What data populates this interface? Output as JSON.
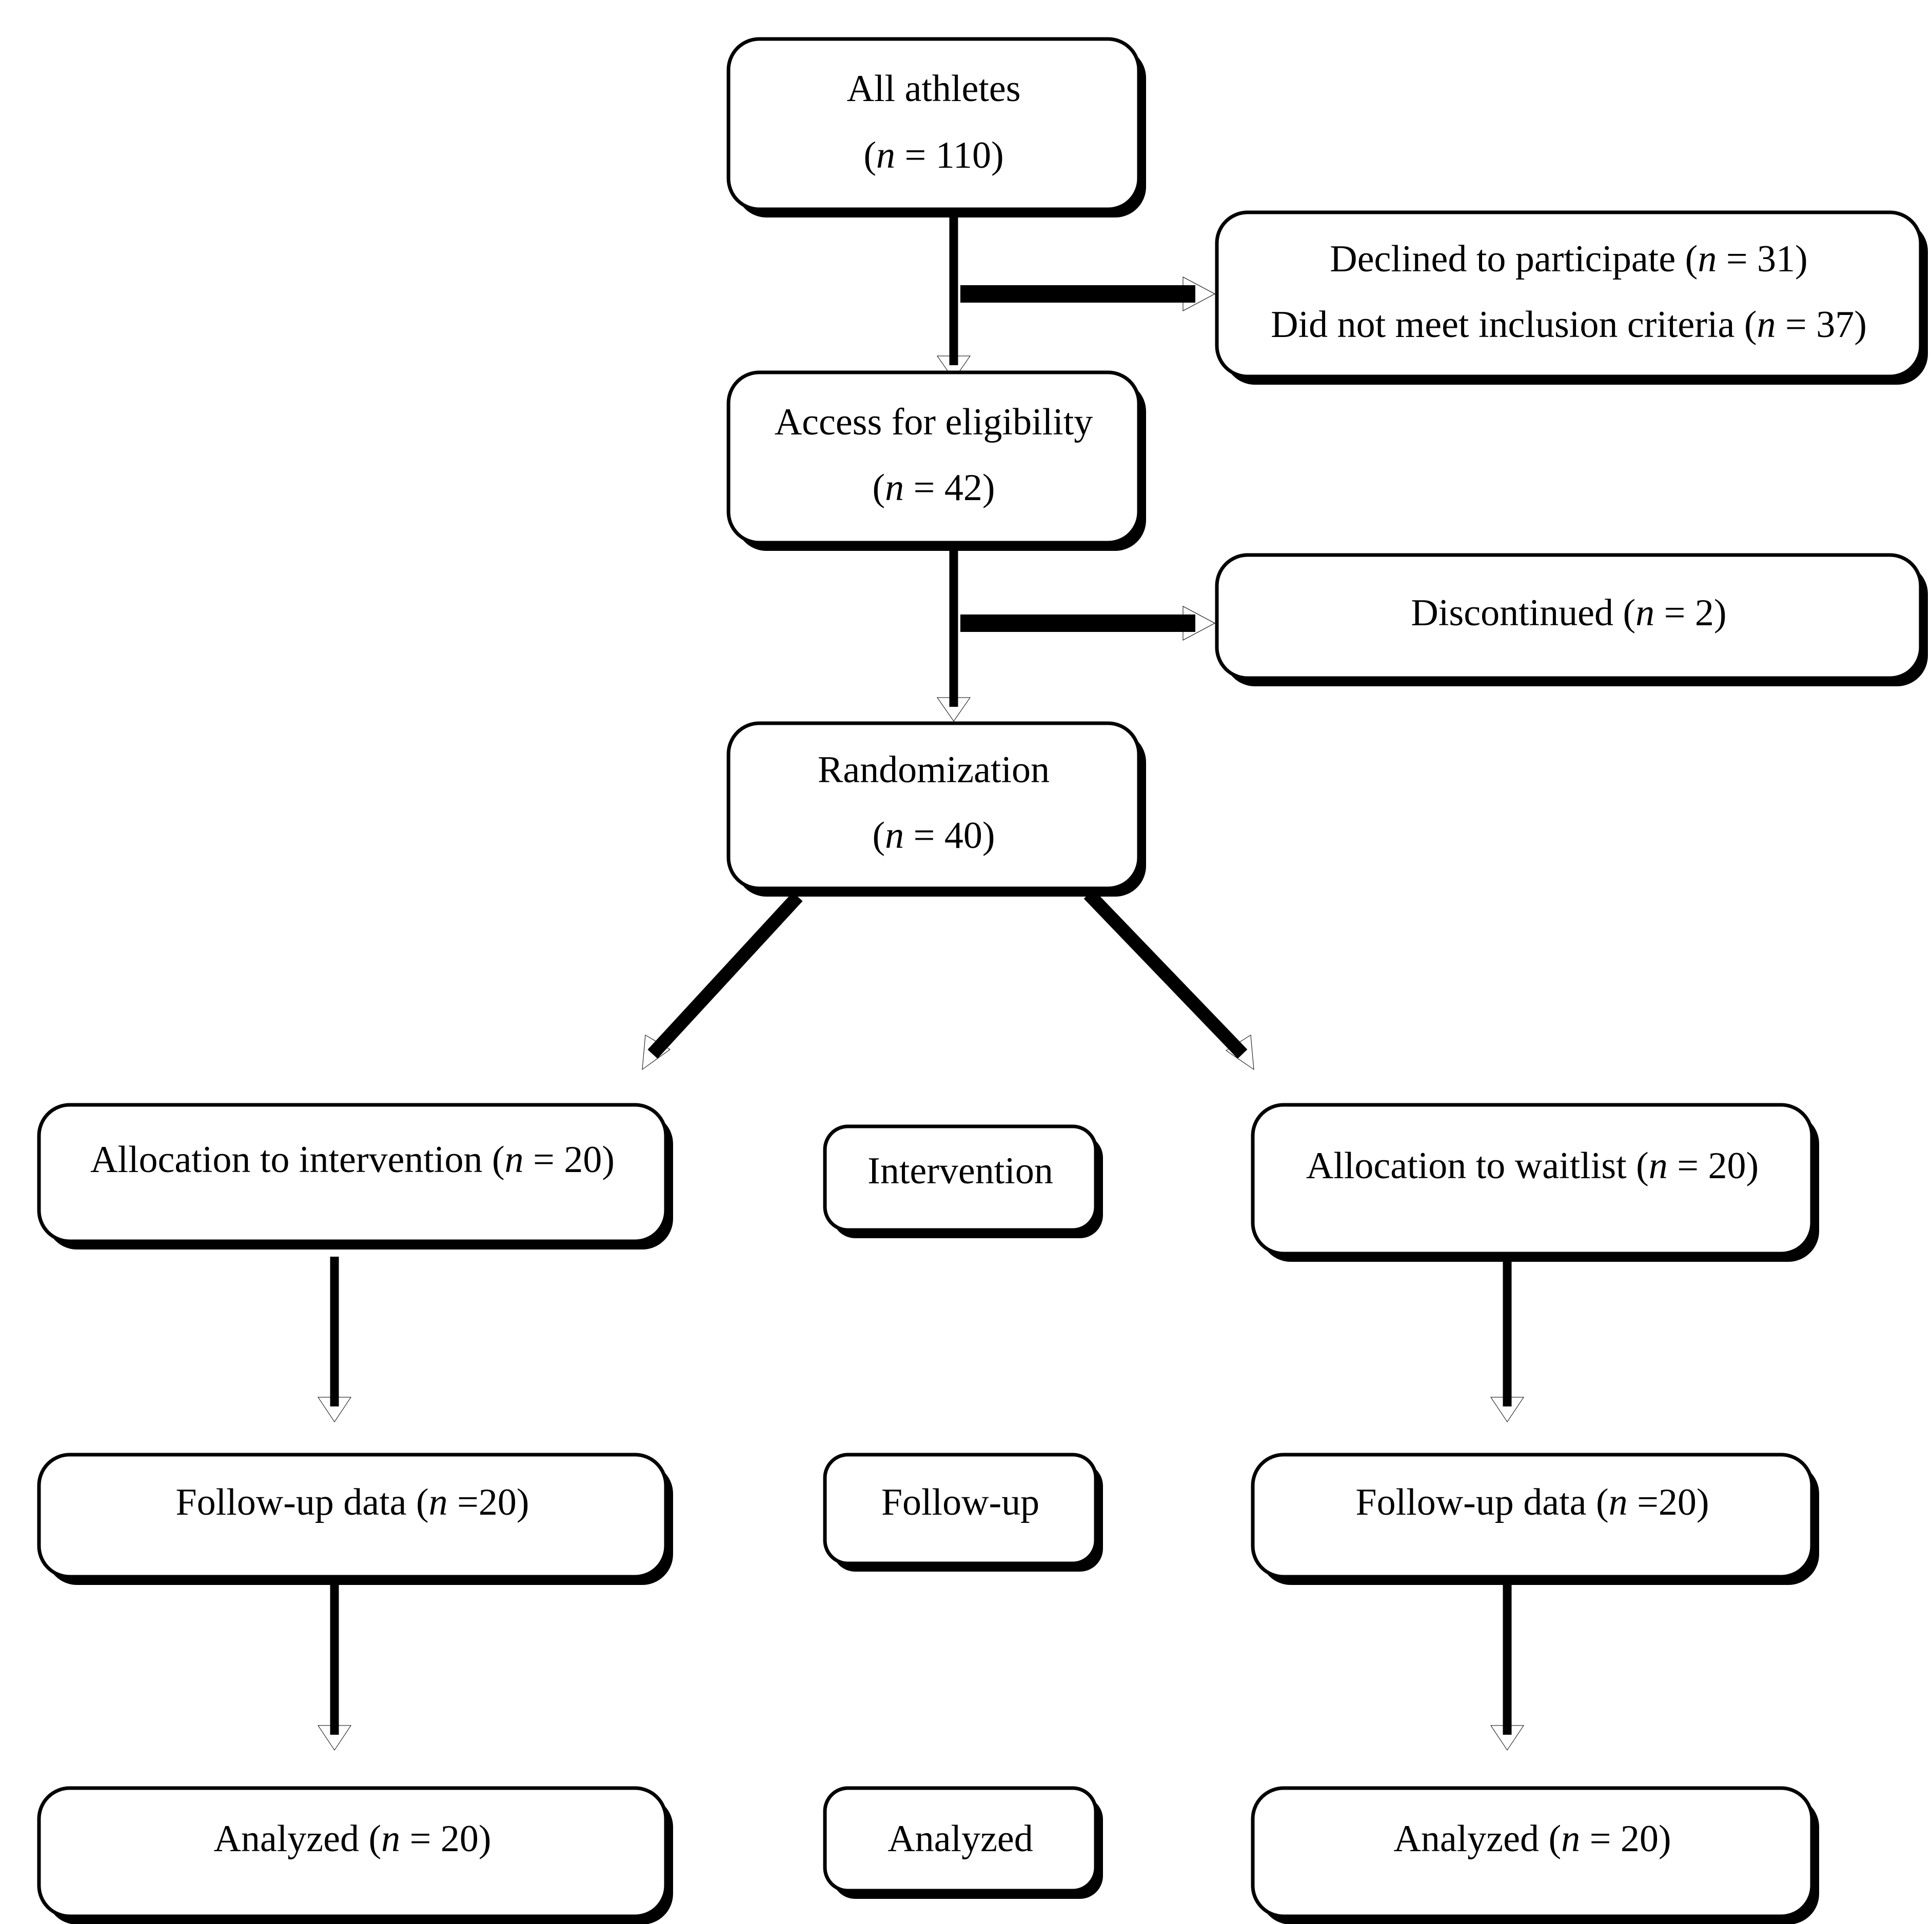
{
  "diagram": {
    "type": "consort-flow-diagram",
    "title": "CONSORT participant flow diagram",
    "font_size": 74,
    "colors": {
      "stroke": "#000000",
      "fill": "#ffffff",
      "text": "#000000",
      "background": "#ffffff"
    },
    "nodes": [
      {
        "id": "all-athletes",
        "name": "all-athletes-box",
        "lines": [
          {
            "pre": "All athletes",
            "ital": "",
            "post": ""
          },
          {
            "pre": "(",
            "ital": "n",
            "post": " = 110)"
          }
        ],
        "plain_text": "All athletes (n = 110)"
      },
      {
        "id": "excluded",
        "name": "excluded-box",
        "lines": [
          {
            "pre": "Declined to participate (",
            "ital": "n",
            "post": " = 31)"
          },
          {
            "pre": "Did not meet inclusion criteria (",
            "ital": "n",
            "post": " = 37)"
          }
        ],
        "plain_text": "Declined to participate (n = 31) / Did not meet inclusion criteria (n = 37)"
      },
      {
        "id": "eligibility",
        "name": "access-for-eligibility-box",
        "lines": [
          {
            "pre": "Access for eligibility",
            "ital": "",
            "post": ""
          },
          {
            "pre": "(",
            "ital": "n",
            "post": " = 42)"
          }
        ],
        "plain_text": "Access for eligibility (n = 42)"
      },
      {
        "id": "discontinued",
        "name": "discontinued-box",
        "lines": [
          {
            "pre": "Discontinued (",
            "ital": "n",
            "post": " = 2)"
          }
        ],
        "plain_text": "Discontinued (n = 2)"
      },
      {
        "id": "randomization",
        "name": "randomization-box",
        "lines": [
          {
            "pre": "Randomization",
            "ital": "",
            "post": ""
          },
          {
            "pre": "(",
            "ital": "n",
            "post": " = 40)"
          }
        ],
        "plain_text": "Randomization (n = 40)"
      },
      {
        "id": "alloc-intervention",
        "name": "allocation-to-intervention-box",
        "lines": [
          {
            "pre": "Allocation to intervention (",
            "ital": "n",
            "post": " = 20)"
          }
        ],
        "plain_text": "Allocation to intervention (n = 20)"
      },
      {
        "id": "stage-intervention",
        "name": "stage-intervention-box",
        "lines": [
          {
            "pre": "Intervention",
            "ital": "",
            "post": ""
          }
        ],
        "plain_text": "Intervention"
      },
      {
        "id": "alloc-waitlist",
        "name": "allocation-to-waitlist-box",
        "lines": [
          {
            "pre": "Allocation to waitlist (",
            "ital": "n",
            "post": " = 20)"
          }
        ],
        "plain_text": "Allocation to waitlist (n = 20)"
      },
      {
        "id": "followup-left",
        "name": "follow-up-data-intervention-box",
        "lines": [
          {
            "pre": "Follow-up data (",
            "ital": "n",
            "post": " =20)"
          }
        ],
        "plain_text": "Follow-up data (n =20)"
      },
      {
        "id": "stage-followup",
        "name": "stage-follow-up-box",
        "lines": [
          {
            "pre": "Follow-up",
            "ital": "",
            "post": ""
          }
        ],
        "plain_text": "Follow-up"
      },
      {
        "id": "followup-right",
        "name": "follow-up-data-waitlist-box",
        "lines": [
          {
            "pre": "Follow-up data (",
            "ital": "n",
            "post": " =20)"
          }
        ],
        "plain_text": "Follow-up data (n =20)"
      },
      {
        "id": "analyzed-left",
        "name": "analyzed-intervention-box",
        "lines": [
          {
            "pre": "Analyzed (",
            "ital": "n",
            "post": " = 20)"
          }
        ],
        "plain_text": "Analyzed (n = 20)"
      },
      {
        "id": "stage-analyzed",
        "name": "stage-analyzed-box",
        "lines": [
          {
            "pre": "Analyzed",
            "ital": "",
            "post": ""
          }
        ],
        "plain_text": "Analyzed"
      },
      {
        "id": "analyzed-right",
        "name": "analyzed-waitlist-box",
        "lines": [
          {
            "pre": "Analyzed (",
            "ital": "n",
            "post": " = 20)"
          }
        ],
        "plain_text": "Analyzed (n = 20)"
      }
    ],
    "edges": [
      {
        "id": "e1",
        "name": "edge-all-athletes-to-eligibility",
        "from": "all-athletes",
        "to": "eligibility",
        "style": "vertical-arrow"
      },
      {
        "id": "e2",
        "name": "edge-to-excluded",
        "from": "all-athletes",
        "to": "excluded",
        "style": "horizontal-arrow"
      },
      {
        "id": "e3",
        "name": "edge-eligibility-to-randomization",
        "from": "eligibility",
        "to": "randomization",
        "style": "vertical-arrow"
      },
      {
        "id": "e4",
        "name": "edge-to-discontinued",
        "from": "eligibility",
        "to": "discontinued",
        "style": "horizontal-arrow"
      },
      {
        "id": "e5",
        "name": "edge-randomization-to-intervention",
        "from": "randomization",
        "to": "alloc-intervention",
        "style": "diagonal-arrow-left"
      },
      {
        "id": "e6",
        "name": "edge-randomization-to-waitlist",
        "from": "randomization",
        "to": "alloc-waitlist",
        "style": "diagonal-arrow-right"
      },
      {
        "id": "e7",
        "name": "edge-intervention-to-followup",
        "from": "alloc-intervention",
        "to": "followup-left",
        "style": "vertical-arrow"
      },
      {
        "id": "e8",
        "name": "edge-waitlist-to-followup",
        "from": "alloc-waitlist",
        "to": "followup-right",
        "style": "vertical-arrow"
      },
      {
        "id": "e9",
        "name": "edge-followup-to-analyzed-left",
        "from": "followup-left",
        "to": "analyzed-left",
        "style": "vertical-arrow"
      },
      {
        "id": "e10",
        "name": "edge-followup-to-analyzed-right",
        "from": "followup-right",
        "to": "analyzed-right",
        "style": "vertical-arrow"
      }
    ]
  }
}
